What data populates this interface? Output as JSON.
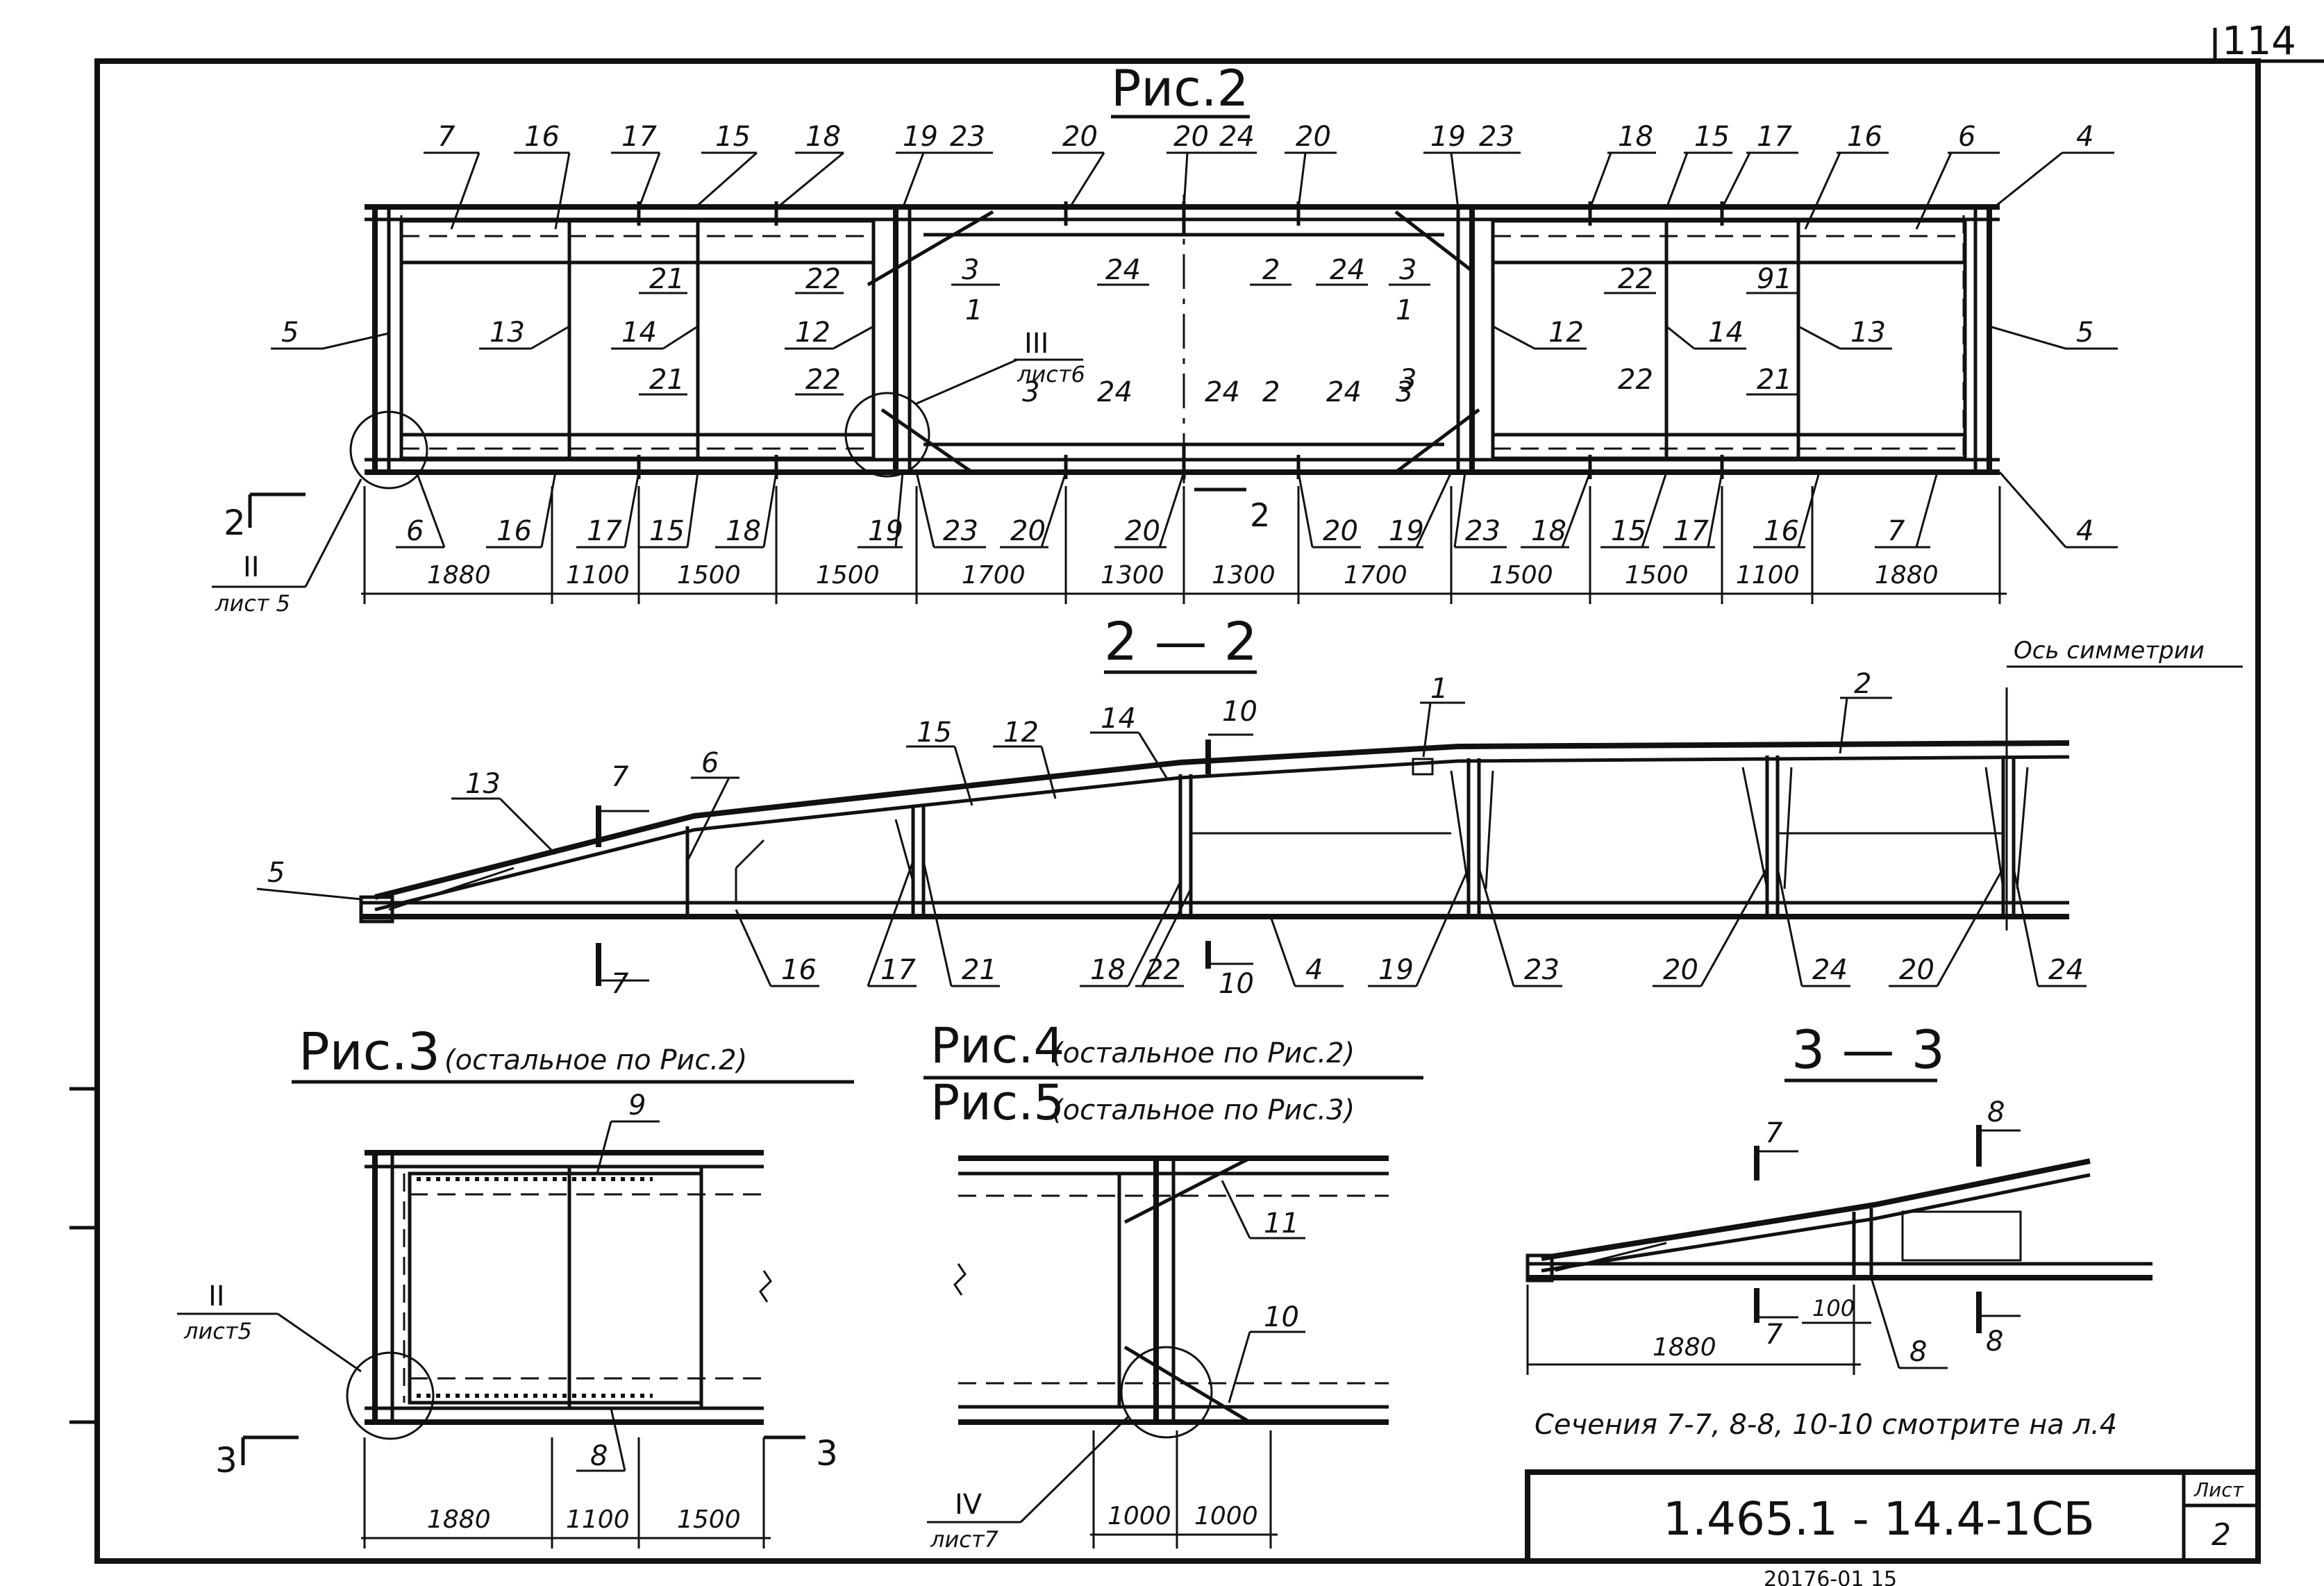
{
  "sheet": {
    "number": "114",
    "doc_code": "1.465.1 - 14.4-1СБ",
    "list_label": "Лист",
    "list_number": "2",
    "bottom_ref": "20176-01    15",
    "note": "Сечения 7-7, 8-8, 10-10 смотрите на л.4"
  },
  "fig2": {
    "title": "Рис.2",
    "top_labels": [
      "7",
      "16",
      "17",
      "15",
      "18",
      "19",
      "23",
      "20",
      "20",
      "24",
      "20",
      "19",
      "23",
      "18",
      "15",
      "17",
      "16",
      "6",
      "4"
    ],
    "inner_top_labels": [
      "3",
      "24",
      "2",
      "24",
      "3",
      "21",
      "22",
      "21",
      "22",
      "91",
      "22",
      "21",
      "3"
    ],
    "side_labels": [
      "5",
      "13",
      "14",
      "12",
      "1",
      "12",
      "14",
      "13",
      "5"
    ],
    "callout_III": "III",
    "callout_III_sheet": "лист6",
    "callout_II": "II",
    "callout_II_sheet": "лист 5",
    "lower_labels": [
      "21",
      "22",
      "3",
      "24",
      "24",
      "2",
      "24",
      "3",
      "22",
      "21"
    ],
    "bottom_labels": [
      "6",
      "16",
      "17",
      "15",
      "18",
      "19",
      "23",
      "20",
      "20",
      "20",
      "19",
      "23",
      "18",
      "15",
      "17",
      "16",
      "7",
      "4"
    ],
    "section_mark_left": "2",
    "section_mark_mid": "2",
    "dims": [
      "1880",
      "1100",
      "1500",
      "1500",
      "1700",
      "1300",
      "1300",
      "1700",
      "1500",
      "1500",
      "1100",
      "1880"
    ]
  },
  "sec22": {
    "title": "2 — 2",
    "axis_label": "Ось симметрии",
    "top_labels": [
      "13",
      "7",
      "6",
      "15",
      "12",
      "14",
      "10",
      "1",
      "2"
    ],
    "left_label": "5",
    "bottom_labels": [
      "7",
      "16",
      "17",
      "21",
      "18",
      "22",
      "10",
      "4",
      "19",
      "23",
      "20",
      "24",
      "20",
      "24"
    ]
  },
  "fig3": {
    "title": "Рис.3",
    "subtitle": "(остальное по Рис.2)",
    "labels": [
      "9",
      "8"
    ],
    "callout": "II",
    "callout_sheet": "лист5",
    "section_mark": "3",
    "dims": [
      "1880",
      "1100",
      "1500"
    ]
  },
  "fig45": {
    "title4": "Рис.4",
    "subtitle4": "(остальное по Рис.2)",
    "title5": "Рис.5",
    "subtitle5": "(остальное по Рис.3)",
    "labels": [
      "11",
      "10"
    ],
    "callout": "IV",
    "callout_sheet": "лист7",
    "dims": [
      "1000",
      "1000"
    ]
  },
  "sec33": {
    "title": "3 — 3",
    "labels": [
      "8",
      "7",
      "100",
      "8",
      "8"
    ],
    "dims": [
      "1880"
    ]
  }
}
